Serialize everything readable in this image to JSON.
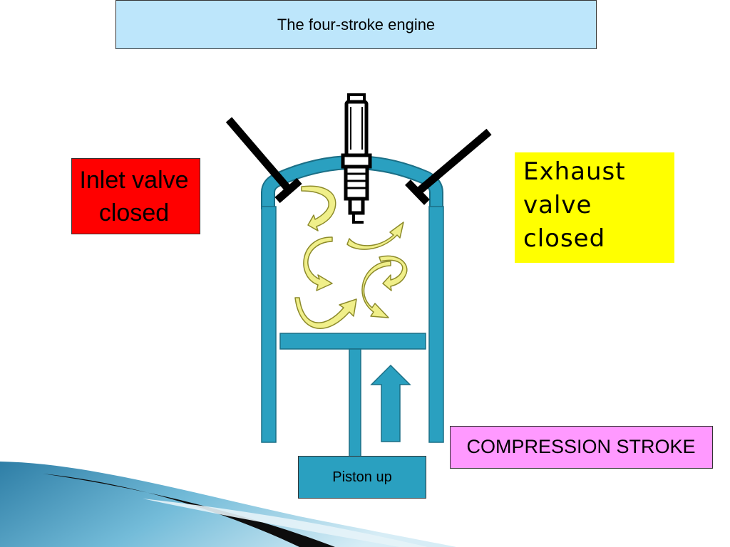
{
  "title": "The four-stroke engine",
  "labels": {
    "inlet_valve": "Inlet valve\nclosed",
    "exhaust_valve": "Exhaust\nvalve\nclosed",
    "stroke": "COMPRESSION STROKE",
    "piston": "Piston up"
  },
  "colors": {
    "title_bg": "#bde6fb",
    "cylinder": "#2aa0c0",
    "inlet_bg": "#ff0000",
    "exhaust_bg": "#ffff00",
    "stroke_bg": "#ff99ff",
    "swirl_arrows": "#f0ef8a"
  },
  "icons": {
    "spark_plug": "spark-plug-icon",
    "arrow_up": "up-arrow-icon"
  }
}
